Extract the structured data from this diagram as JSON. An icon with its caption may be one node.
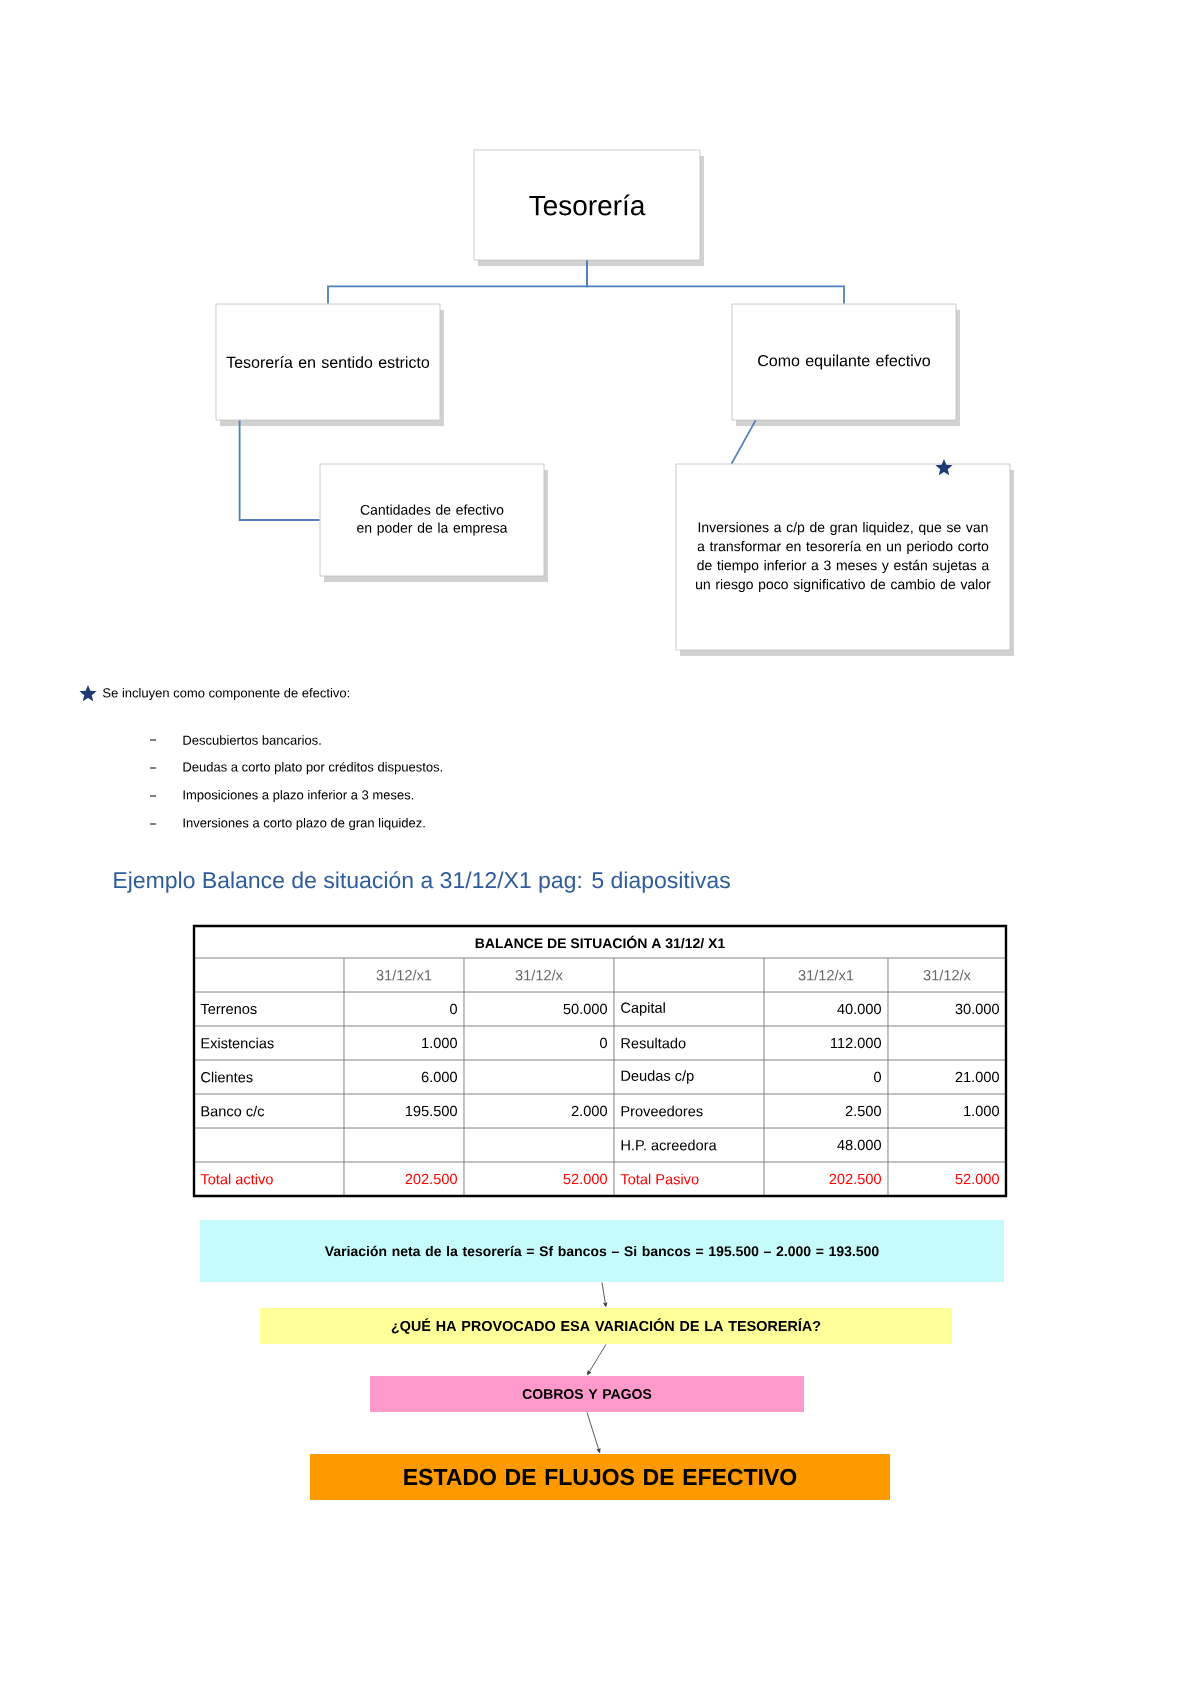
{
  "diagram": {
    "nodes": [
      {
        "text": [
          "Tesorería"
        ]
      },
      {
        "text": [
          "Tesorería en sentido estricto"
        ]
      },
      {
        "text": [
          "Como equilante efectivo"
        ]
      },
      {
        "text": [
          "Cantidades de efectivo en poder de la empresa"
        ]
      },
      {
        "text": [
          "Inversiones a c/p de gran liquidez, que se van a transformar en tesorería en un periodo corto de tiempo inferior a 3 meses y están sujetas a un riesgo poco significativo de cambio de valor"
        ]
      },
      {
        "text": [
          "Variación neta de la tesorería = Sf bancos – Si bancos = 195.500 – 2.000 = 193.500"
        ]
      },
      {
        "text": [
          "¿QUÉ HA PROVOCADO ESA VARIACIÓN DE LA TESORERÍA?"
        ]
      },
      {
        "text": [
          "COBROS Y PAGOS"
        ]
      },
      {
        "text": [
          "ESTADO DE FLUJOS DE EFECTIVO"
        ]
      }
    ],
    "edges": [
      {
        "from": 0,
        "to": 1,
        "arrow": "none"
      },
      {
        "from": 0,
        "to": 2,
        "arrow": "none"
      },
      {
        "from": 1,
        "to": 3,
        "arrow": "none"
      },
      {
        "from": 2,
        "to": 4,
        "arrow": "none"
      },
      {
        "from": 5,
        "to": 6,
        "arrow": "to",
        "color": "#333333"
      },
      {
        "from": 6,
        "to": 7,
        "arrow": "to",
        "color": "#333333"
      },
      {
        "from": 7,
        "to": 8,
        "arrow": "to",
        "color": "#333333"
      }
    ],
    "labels": [
      "Se incluyen como componente de efectivo:",
      "Descubiertos bancarios.",
      "Deudas a corto plato por créditos dispuestos.",
      "Imposiciones a plazo inferior a 3 meses.",
      "Inversiones a corto plazo de gran liquidez.",
      "Ejemplo Balance de situación a 31/12/X1 pag: 5 diapositivas",
      "BALANCE DE SITUACIÓN A 31/12/ X1",
      "31/12/x1",
      "31/12/x",
      "31/12/x1",
      "31/12/x",
      "Terrenos",
      "0",
      "50.000",
      "Capital",
      "40.000",
      "30.000",
      "Existencias",
      "1.000",
      "0",
      "Resultado",
      "112.000",
      "Clientes",
      "6.000",
      "Deudas c/p",
      "0",
      "21.000",
      "Banco c/c",
      "195.500",
      "2.000",
      "Proveedores",
      "2.500",
      "1.000",
      "H.P. acreedora",
      "48.000",
      "Total activo",
      "202.500",
      "52.000",
      "Total Pasivo",
      "202.500",
      "52.000"
    ]
  }
}
